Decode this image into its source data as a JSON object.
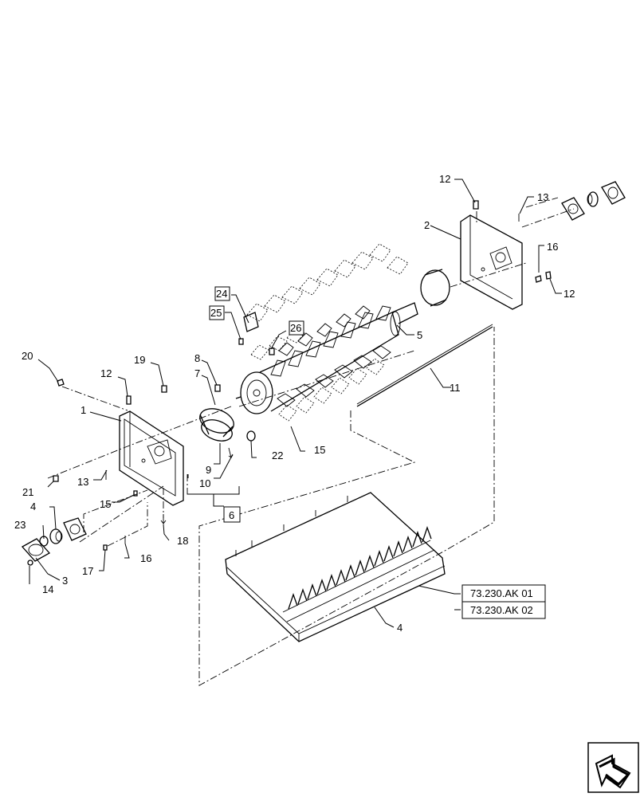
{
  "callouts": [
    {
      "id": "c20",
      "text": "20"
    },
    {
      "id": "c12a",
      "text": "12"
    },
    {
      "id": "c19",
      "text": "19"
    },
    {
      "id": "c1",
      "text": "1"
    },
    {
      "id": "c8",
      "text": "8"
    },
    {
      "id": "c7",
      "text": "7"
    },
    {
      "id": "c9",
      "text": "9"
    },
    {
      "id": "c10",
      "text": "10"
    },
    {
      "id": "c6",
      "text": "6"
    },
    {
      "id": "c21",
      "text": "21"
    },
    {
      "id": "c13a",
      "text": "13"
    },
    {
      "id": "c15a",
      "text": "15"
    },
    {
      "id": "c4a",
      "text": "4"
    },
    {
      "id": "c23",
      "text": "23"
    },
    {
      "id": "c3",
      "text": "3"
    },
    {
      "id": "c14",
      "text": "14"
    },
    {
      "id": "c17",
      "text": "17"
    },
    {
      "id": "c16a",
      "text": "16"
    },
    {
      "id": "c18",
      "text": "18"
    },
    {
      "id": "c22",
      "text": "22"
    },
    {
      "id": "c15b",
      "text": "15"
    },
    {
      "id": "c11",
      "text": "11"
    },
    {
      "id": "c24",
      "text": "24"
    },
    {
      "id": "c25",
      "text": "25"
    },
    {
      "id": "c26",
      "text": "26"
    },
    {
      "id": "c5",
      "text": "5"
    },
    {
      "id": "c12b",
      "text": "12"
    },
    {
      "id": "c13b",
      "text": "13"
    },
    {
      "id": "c2",
      "text": "2"
    },
    {
      "id": "c16b",
      "text": "16"
    },
    {
      "id": "c12c",
      "text": "12"
    },
    {
      "id": "c4b",
      "text": "4"
    }
  ],
  "references": [
    {
      "id": "ref1",
      "text": "73.230.AK 01"
    },
    {
      "id": "ref2",
      "text": "73.230.AK 02"
    }
  ],
  "nav_icon": "return-arrow-icon"
}
